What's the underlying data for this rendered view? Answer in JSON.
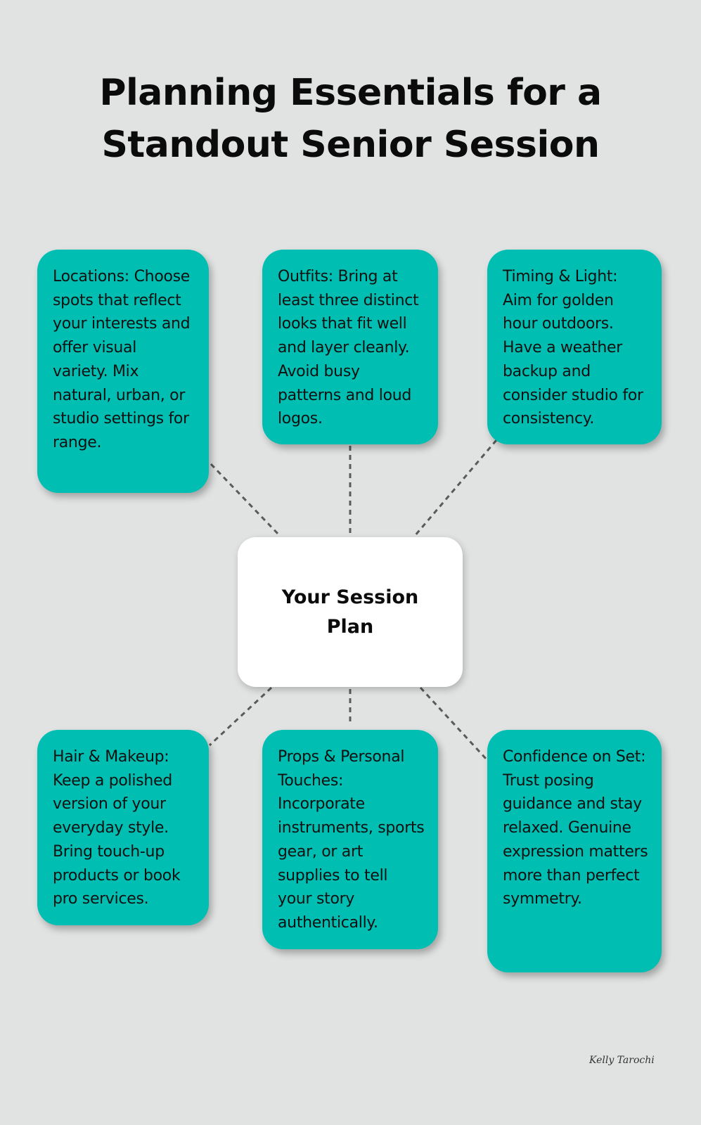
{
  "title": {
    "line1": "Planning Essentials for a",
    "line2": "Standout Senior Session"
  },
  "center": {
    "label": "Your Session Plan"
  },
  "cards": [
    {
      "id": "locations",
      "text": "Locations: Choose spots that reflect your interests and offer visual variety. Mix natural, urban, or studio settings for range."
    },
    {
      "id": "outfits",
      "text": "Outfits: Bring at least three distinct looks that fit well and layer cleanly. Avoid busy patterns and loud logos."
    },
    {
      "id": "timing-light",
      "text": "Timing & Light: Aim for golden hour outdoors. Have a weather backup and consider studio for consistency."
    },
    {
      "id": "hair-makeup",
      "text": "Hair & Makeup: Keep a polished version of your everyday style. Bring touch-up products or book pro services."
    },
    {
      "id": "props",
      "text": "Props & Personal Touches: Incorporate instruments, sports gear, or art supplies to tell your story authentically."
    },
    {
      "id": "confidence",
      "text": "Confidence on Set: Trust posing guidance and stay relaxed. Genuine expression matters more than perfect symmetry."
    }
  ],
  "signature": "Kelly Tarochi",
  "colors": {
    "background": "#e1e3e3",
    "card": "#00bfb2",
    "center": "#ffffff",
    "connector": "#5a5a5a"
  }
}
